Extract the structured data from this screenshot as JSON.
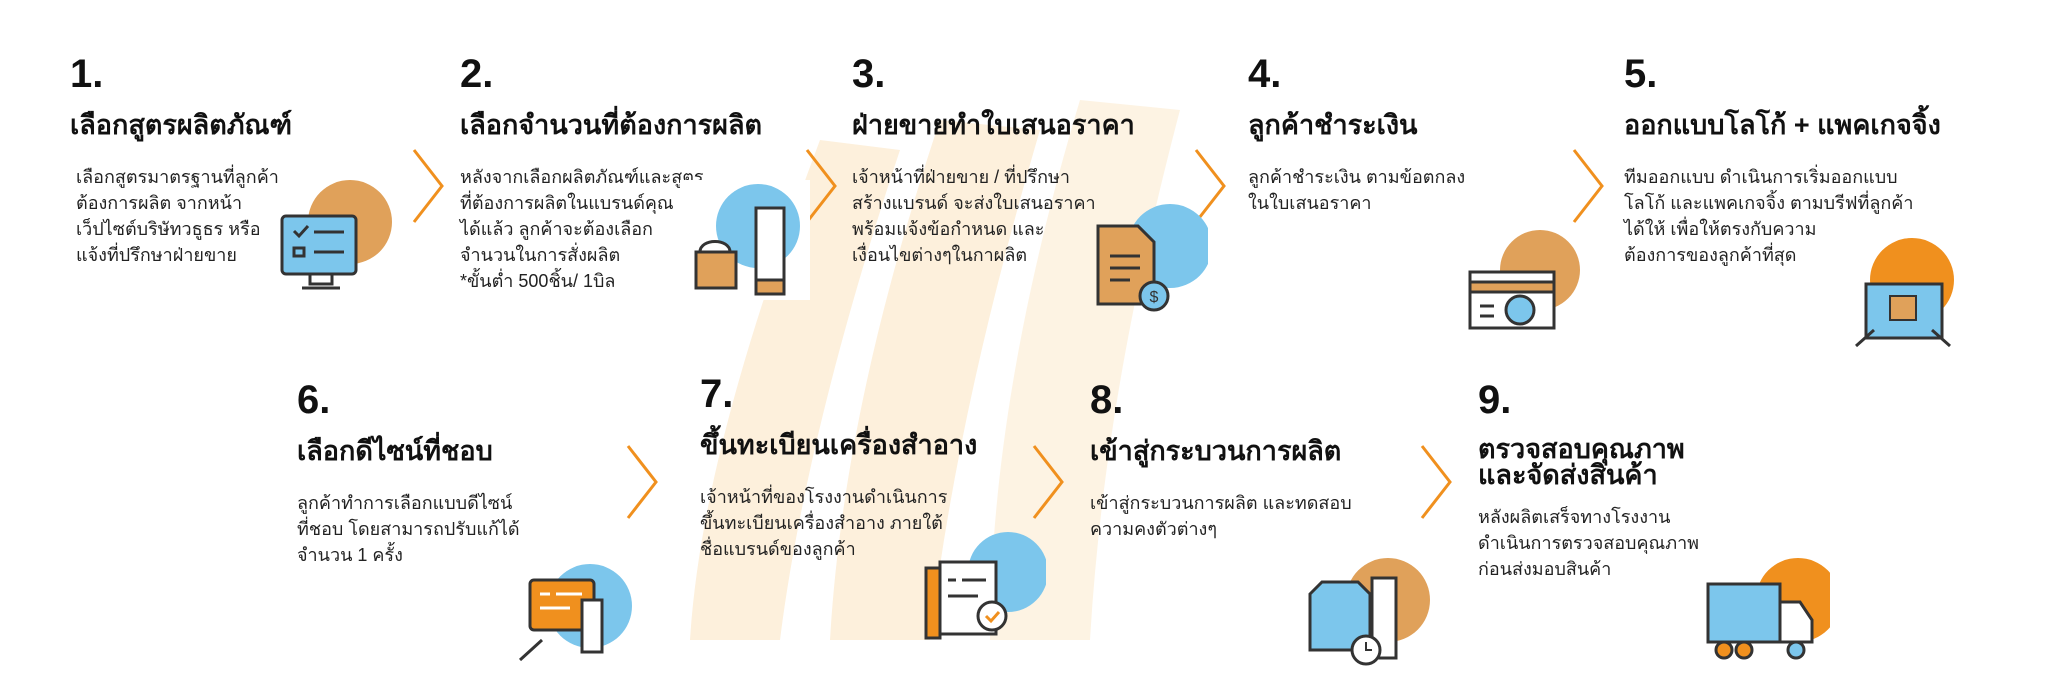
{
  "colors": {
    "orange": "#f0901e",
    "tan": "#e0a15a",
    "blue": "#7cc6ec",
    "watermark": "#fdf0dc"
  },
  "steps": [
    {
      "num": "1.",
      "title": "เลือกสูตรผลิตภัณฑ์",
      "body": "เลือกสูตรมาตรฐานที่ลูกค้า\nต้องการผลิต จากหน้า\nเว็ปไซต์บริษัทวธูธร หรือ\nแจ้งที่ปรึกษาฝ่ายขาย",
      "icon": "computer-checklist-icon"
    },
    {
      "num": "2.",
      "title": "เลือกจำนวนที่ต้องการผลิต",
      "body": "หลังจากเลือกผลิตภัณฑ์และสูตร\nที่ต้องการผลิตในแบรนด์คุณ\nได้แล้ว ลูกค้าจะต้องเลือก\nจำนวนในการสั่งผลิต\n*ขั้นต่ำ 500ชิ้น/ 1บิล",
      "icon": "cosmetic-products-icon"
    },
    {
      "num": "3.",
      "title": "ฝ่ายขายทำใบเสนอราคา",
      "body": "เจ้าหน้าที่ฝ่ายขาย / ที่ปรึกษา\nสร้างแบรนด์ จะส่งใบเสนอราคา\nพร้อมแจ้งข้อกำหนด และ\nเงื่อนไขต่างๆในกาผลิต",
      "icon": "quotation-document-icon"
    },
    {
      "num": "4.",
      "title": "ลูกค้าชำระเงิน",
      "body": "ลูกค้าชำระเงิน ตามข้อตกลง\nในใบเสนอราคา",
      "icon": "payment-card-icon"
    },
    {
      "num": "5.",
      "title": "ออกแบบโลโก้ + แพคเกจจิ้ง",
      "body": "ทีมออกแบบ ดำเนินการเริ่มออกแบบ\nโลโก้ และแพคเกจจิ้ง ตามบรีฟที่ลูกค้า\nได้ให้ เพื่อให้ตรงกับความ\nต้องการของลูกค้าที่สุด",
      "icon": "design-tablet-icon"
    },
    {
      "num": "6.",
      "title": "เลือกดีไซน์ที่ชอบ",
      "body": "ลูกค้าทำการเลือกแบบดีไซน์\nที่ชอบ โดยสามารถปรับแก้ได้\nจำนวน 1 ครั้ง",
      "icon": "design-select-icon"
    },
    {
      "num": "7.",
      "title": "ขึ้นทะเบียนเครื่องสำอาง",
      "body": "เจ้าหน้าที่ของโรงงานดำเนินการ\nขึ้นทะเบียนเครื่องสำอาง ภายใต้\nชื่อแบรนด์ของลูกค้า",
      "icon": "registration-check-icon"
    },
    {
      "num": "8.",
      "title": "เข้าสู่กระบวนการผลิต",
      "body": "เข้าสู่กระบวนการผลิต และทดสอบ\nความคงตัวต่างๆ",
      "icon": "production-box-icon"
    },
    {
      "num": "9.",
      "title": "ตรวจสอบคุณภาพ\nและจัดส่งสินค้า",
      "body": "หลังผลิตเสร็จทางโรงงาน\nดำเนินการตรวจสอบคุณภาพ\nก่อนส่งมอบสินค้า",
      "icon": "delivery-truck-icon"
    }
  ]
}
